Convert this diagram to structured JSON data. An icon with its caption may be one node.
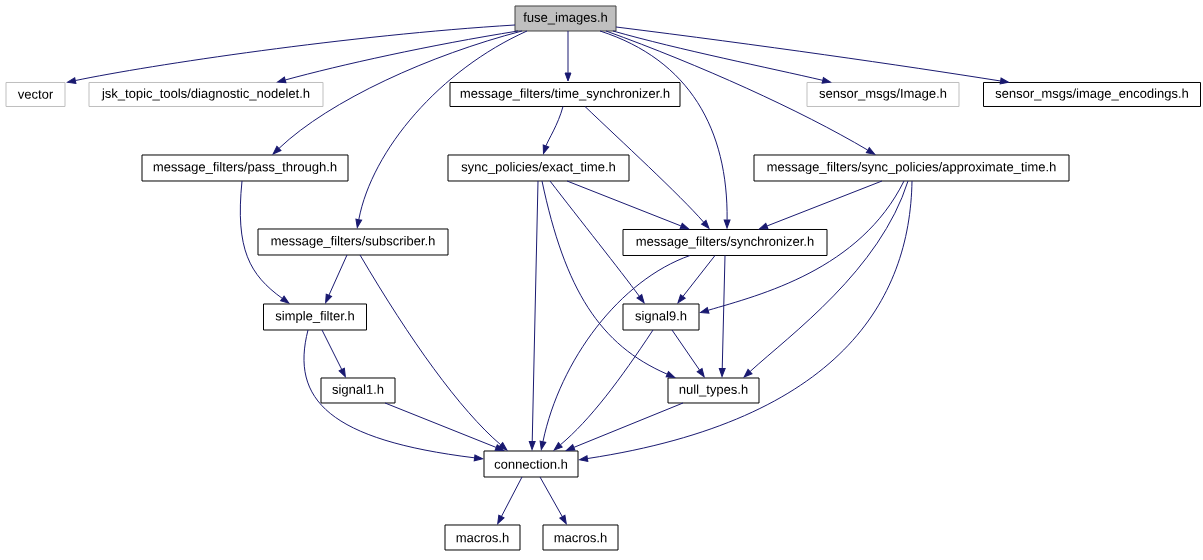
{
  "diagram": {
    "nodes": [
      {
        "text": [
          "fuse_images.h"
        ]
      },
      {
        "text": [
          "vector"
        ]
      },
      {
        "text": [
          "jsk_topic_tools/diagnostic_nodelet.h"
        ]
      },
      {
        "text": [
          "message_filters/time_synchronizer.h"
        ]
      },
      {
        "text": [
          "sensor_msgs/Image.h"
        ]
      },
      {
        "text": [
          "sensor_msgs/image_encodings.h"
        ]
      },
      {
        "text": [
          "message_filters/pass_through.h"
        ]
      },
      {
        "text": [
          "sync_policies/exact_time.h"
        ]
      },
      {
        "text": [
          "message_filters/sync_policies/approximate_time.h"
        ]
      },
      {
        "text": [
          "message_filters/subscriber.h"
        ]
      },
      {
        "text": [
          "message_filters/synchronizer.h"
        ]
      },
      {
        "text": [
          "simple_filter.h"
        ]
      },
      {
        "text": [
          "signal9.h"
        ]
      },
      {
        "text": [
          "signal1.h"
        ]
      },
      {
        "text": [
          "null_types.h"
        ]
      },
      {
        "text": [
          "connection.h"
        ]
      },
      {
        "text": [
          "macros.h"
        ]
      },
      {
        "text": [
          "macros.h"
        ]
      }
    ],
    "edges": [
      {
        "from": 0,
        "to": 1,
        "arrow": "to"
      },
      {
        "from": 0,
        "to": 2,
        "arrow": "to"
      },
      {
        "from": 0,
        "to": 6,
        "arrow": "to"
      },
      {
        "from": 0,
        "to": 9,
        "arrow": "to"
      },
      {
        "from": 0,
        "to": 3,
        "arrow": "to"
      },
      {
        "from": 0,
        "to": 10,
        "arrow": "to"
      },
      {
        "from": 0,
        "to": 8,
        "arrow": "to"
      },
      {
        "from": 0,
        "to": 4,
        "arrow": "to"
      },
      {
        "from": 0,
        "to": 5,
        "arrow": "to"
      },
      {
        "from": 3,
        "to": 7,
        "arrow": "to"
      },
      {
        "from": 3,
        "to": 10,
        "arrow": "to"
      },
      {
        "from": 7,
        "to": 10,
        "arrow": "to"
      },
      {
        "from": 7,
        "to": 12,
        "arrow": "to"
      },
      {
        "from": 7,
        "to": 14,
        "arrow": "to"
      },
      {
        "from": 7,
        "to": 15,
        "arrow": "to"
      },
      {
        "from": 8,
        "to": 10,
        "arrow": "to"
      },
      {
        "from": 8,
        "to": 12,
        "arrow": "to"
      },
      {
        "from": 8,
        "to": 14,
        "arrow": "to"
      },
      {
        "from": 8,
        "to": 15,
        "arrow": "to"
      },
      {
        "from": 6,
        "to": 11,
        "arrow": "to"
      },
      {
        "from": 9,
        "to": 11,
        "arrow": "to"
      },
      {
        "from": 9,
        "to": 15,
        "arrow": "to"
      },
      {
        "from": 10,
        "to": 15,
        "arrow": "to"
      },
      {
        "from": 10,
        "to": 12,
        "arrow": "to"
      },
      {
        "from": 10,
        "to": 14,
        "arrow": "to"
      },
      {
        "from": 11,
        "to": 13,
        "arrow": "to"
      },
      {
        "from": 11,
        "to": 15,
        "arrow": "to"
      },
      {
        "from": 12,
        "to": 14,
        "arrow": "to"
      },
      {
        "from": 12,
        "to": 15,
        "arrow": "to"
      },
      {
        "from": 13,
        "to": 15,
        "arrow": "to"
      },
      {
        "from": 14,
        "to": 15,
        "arrow": "to"
      },
      {
        "from": 15,
        "to": 16,
        "arrow": "to"
      },
      {
        "from": 15,
        "to": 17,
        "arrow": "to"
      }
    ]
  }
}
